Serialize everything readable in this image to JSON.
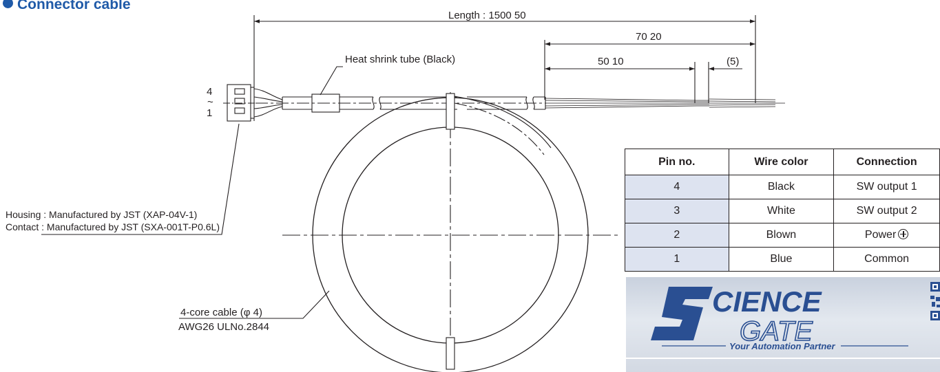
{
  "title": "Connector cable",
  "dimensions": {
    "length": "Length : 1500  50",
    "strip_outer": "70  20",
    "strip_inner": "50  10",
    "tip": "(5)"
  },
  "connector": {
    "pin_top": "4",
    "pin_tilde": "~",
    "pin_bottom": "1"
  },
  "labels": {
    "heat_shrink": "Heat shrink tube (Black)",
    "housing": "Housing : Manufactured by JST (XAP-04V-1)",
    "contact": "Contact : Manufactured by JST (SXA-001T-P0.6L)",
    "cable_core": "4-core cable    (φ 4)",
    "cable_awg": "AWG26  ULNo.2844"
  },
  "pin_table": {
    "headers": [
      "Pin no.",
      "Wire color",
      "Connection"
    ],
    "rows": [
      {
        "pin": "4",
        "color": "Black",
        "connection": "SW output 1"
      },
      {
        "pin": "3",
        "color": "White",
        "connection": "SW output 2"
      },
      {
        "pin": "2",
        "color": "Blown",
        "connection": "Power"
      },
      {
        "pin": "1",
        "color": "Blue",
        "connection": "Common"
      }
    ]
  },
  "logo": {
    "brand_top": "CIENCE",
    "brand_bottom": "GATE",
    "tagline": "Your Automation Partner"
  },
  "colors": {
    "title": "#1f5aa8",
    "line": "#231f20",
    "pin_cell": "#dde3f0",
    "logo_blue": "#2a4f92"
  }
}
